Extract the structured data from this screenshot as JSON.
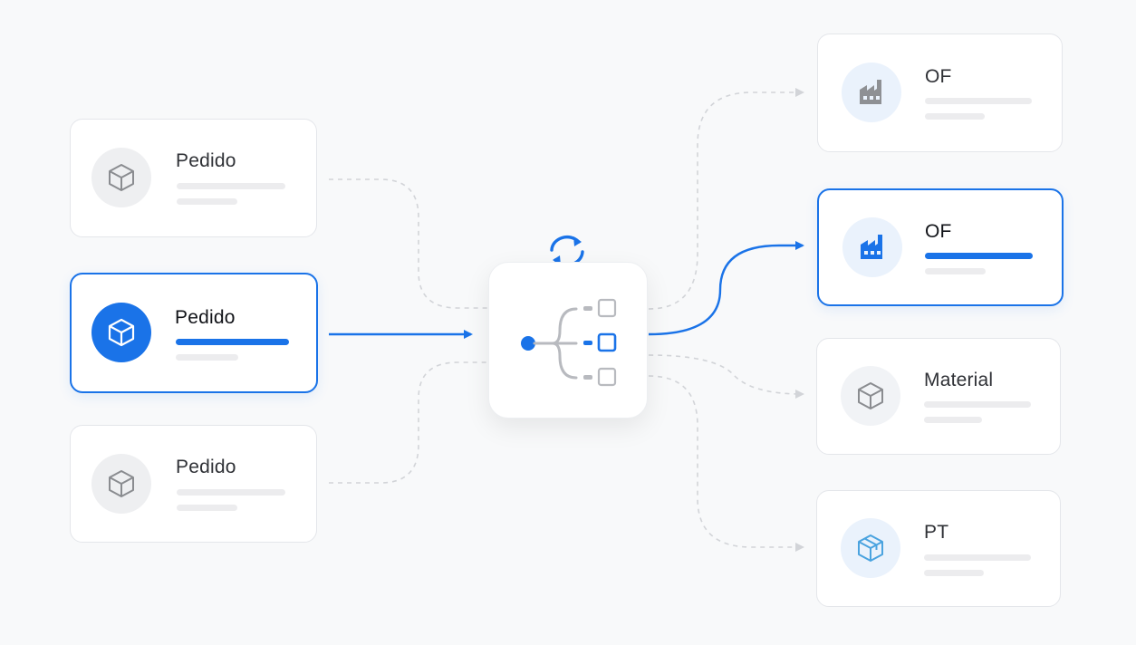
{
  "inputs": [
    {
      "label": "Pedido",
      "state": "inactive",
      "icon": "box-icon"
    },
    {
      "label": "Pedido",
      "state": "active",
      "icon": "box-icon"
    },
    {
      "label": "Pedido",
      "state": "inactive",
      "icon": "box-icon"
    }
  ],
  "outputs": [
    {
      "label": "OF",
      "state": "inactive",
      "icon": "factory-icon"
    },
    {
      "label": "OF",
      "state": "active",
      "icon": "factory-icon"
    },
    {
      "label": "Material",
      "state": "inactive",
      "icon": "box-icon"
    },
    {
      "label": "PT",
      "state": "inactive",
      "icon": "box-icon"
    }
  ],
  "hub": {
    "icon": "branch-routing-icon",
    "badge_icon": "sync-icon"
  },
  "colors": {
    "accent": "#1a73e8",
    "inactive_line": "#d2d4d8",
    "inactive_icon": "#8a8c90",
    "pt_icon": "#4aa3df"
  }
}
